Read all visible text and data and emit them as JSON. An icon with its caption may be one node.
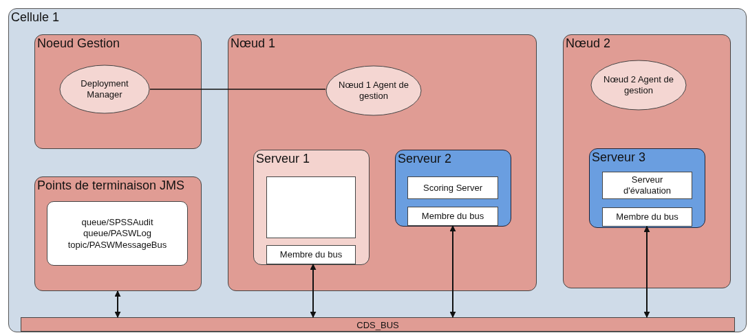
{
  "diagram": {
    "nodes": [
      {
        "text": [
          "Cellule 1"
        ]
      },
      {
        "text": [
          "Noeud Gestion"
        ],
        "in": 0
      },
      {
        "text": [
          "Deployment Manager"
        ],
        "in": 1
      },
      {
        "text": [
          "Points de terminaison JMS"
        ],
        "in": 0
      },
      {
        "text": [
          "queue/SPSSAudit queue/PASWLog topic/PASWMessageBus"
        ],
        "in": 3
      },
      {
        "text": [
          "Nœud 1"
        ],
        "in": 0
      },
      {
        "text": [
          "Nœud 1 Agent de gestion"
        ],
        "in": 5
      },
      {
        "text": [
          "Serveur 1"
        ],
        "in": 5
      },
      {
        "text": [],
        "shape": "box",
        "in": 7
      },
      {
        "text": [
          "Membre du bus"
        ],
        "in": 7
      },
      {
        "text": [
          "Serveur 2"
        ],
        "in": 5
      },
      {
        "text": [
          "Scoring Server"
        ],
        "in": 10
      },
      {
        "text": [
          "Membre du bus"
        ],
        "in": 10
      },
      {
        "text": [
          "Nœud 2"
        ],
        "in": 0
      },
      {
        "text": [
          "Nœud 2 Agent de gestion"
        ],
        "in": 13
      },
      {
        "text": [
          "Serveur 3"
        ],
        "in": 13
      },
      {
        "text": [
          "Serveur d'évaluation"
        ],
        "in": 15
      },
      {
        "text": [
          "Membre du bus"
        ],
        "in": 15
      },
      {
        "text": [
          "CDS_BUS"
        ],
        "in": 0
      }
    ],
    "edges": [
      {
        "from": 2,
        "to": 6,
        "arrow": "none"
      },
      {
        "from": 3,
        "to": 18,
        "arrow": "both"
      },
      {
        "from": 9,
        "to": 18,
        "arrow": "both"
      },
      {
        "from": 12,
        "to": 18,
        "arrow": "both"
      },
      {
        "from": 17,
        "to": 18,
        "arrow": "both"
      }
    ]
  }
}
